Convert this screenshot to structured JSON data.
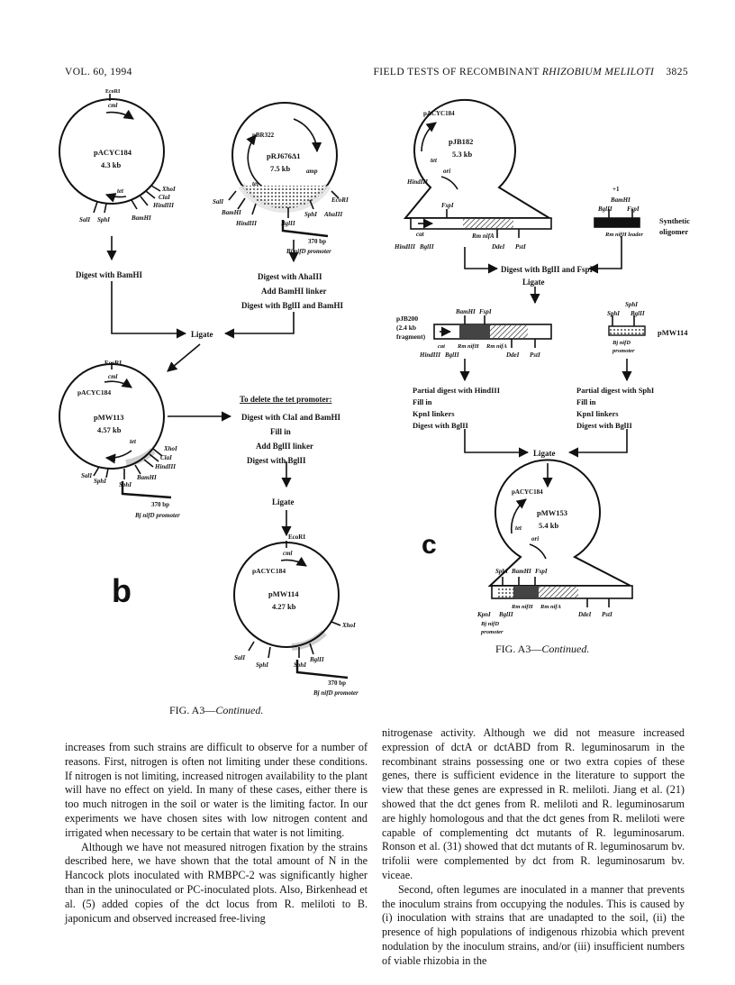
{
  "header": {
    "left": "VOL. 60, 1994",
    "title_prefix": "FIELD TESTS OF RECOMBINANT ",
    "title_italic": "RHIZOBIUM MELILOTI",
    "page_number": "3825"
  },
  "panel_b": {
    "letter": "b",
    "caption_prefix": "FIG. A3—",
    "caption_italic": "Continued.",
    "plasmid_pacyc": {
      "name": "pACYC184",
      "size": "4.3 kb",
      "marker_top": "EcoRI",
      "gene_top": "cml",
      "gene_tet": "tet",
      "sites": [
        "XhoI",
        "ClaI",
        "HindIII",
        "BamHI",
        "SphI",
        "SalI"
      ]
    },
    "plasmid_prj": {
      "vector": "pBR322",
      "name": "pRJ676Δ1",
      "size": "7.5 kb",
      "gene_amp": "amp",
      "gene_tet": "tet",
      "sites_left": [
        "SalI",
        "BamHI",
        "HindIII"
      ],
      "sites_right": [
        "EcoRI",
        "SphI",
        "AhaIII",
        "BglII"
      ],
      "fragment_bp": "370 bp",
      "promoter": "Bj nifD promoter"
    },
    "step_left": "Digest with BamHI",
    "steps_right": [
      "Digest with AhaIII",
      "Add BamHI linker",
      "Digest with BglII and BamHI"
    ],
    "ligate": "Ligate",
    "plasmid_pmw113": {
      "vector": "pACYC184",
      "name": "pMW113",
      "size": "4.57 kb",
      "marker_top": "EcoRI",
      "gene_top": "cml",
      "gene_tet": "tet",
      "sites": [
        "XhoI",
        "ClaI",
        "HindIII",
        "BamHI",
        "SphI",
        "SalI",
        "SphI"
      ],
      "fragment_bp": "370 bp",
      "promoter": "Bj nifD promoter"
    },
    "delete_heading": "To delete the tet promoter:",
    "delete_steps": [
      "Digest with ClaI and BamHI",
      "Fill in",
      "Add BglII linker",
      "Digest with BglII"
    ],
    "ligate2": "Ligate",
    "plasmid_pmw114": {
      "vector": "pACYC184",
      "name": "pMW114",
      "size": "4.27 kb",
      "marker_top": "EcoRI",
      "gene_top": "cml",
      "sites": [
        "XhoI",
        "SalI",
        "SphI",
        "BglII",
        "SphI"
      ],
      "fragment_bp": "370 bp",
      "promoter": "Bj nifD promoter"
    }
  },
  "panel_c": {
    "letter": "c",
    "caption_prefix": "FIG. A3—",
    "caption_italic": "Continued.",
    "plasmid_pjb182": {
      "vector": "pACYC184",
      "name": "pJB182",
      "size": "5.3 kb",
      "gene_tet": "tet",
      "ori": "ori",
      "site_left": "HindIII",
      "cat": "cat",
      "sites_bottom": [
        "HindIII",
        "BglII",
        "DdeI",
        "PstI"
      ],
      "fspi": "FspI",
      "gene": "Rm nifA"
    },
    "oligo": {
      "plus": "+1",
      "bamhi": "BamHI",
      "bglii": "BglII",
      "fspi": "FspI",
      "label": "Rm nifH leader",
      "title1": "Synthetic",
      "title2": "oligomer"
    },
    "step_digest": "Digest with BglII and FspI",
    "ligate": "Ligate",
    "pjb200": {
      "name": "pJB200",
      "note1": "(2.4 kb",
      "note2": "fragment)",
      "top_sites": [
        "BamHI",
        "FspI"
      ],
      "cat": "cat",
      "genes": [
        "Rm nifH",
        "Rm nifA"
      ],
      "bottom_sites": [
        "HindIII",
        "BglII",
        "DdeI",
        "PstI"
      ]
    },
    "pmw114_frag": {
      "name": "pMW114",
      "top": "SphI",
      "sites": [
        "SphI",
        "BglII"
      ],
      "promoter1": "Bj nifD",
      "promoter2": "promoter"
    },
    "steps_left": [
      "Partial digest with HindIII",
      "Fill in",
      "KpnI linkers",
      "Digest with BglII"
    ],
    "steps_right": [
      "Partial digest with SphI",
      "Fill in",
      "KpnI linkers",
      "Digest with BglII"
    ],
    "ligate2": "Ligate",
    "plasmid_pmw153": {
      "vector": "pACYC184",
      "name": "pMW153",
      "size": "5.4 kb",
      "gene_tet": "tet",
      "ori": "ori",
      "top_sites": [
        "SphI",
        "BamHI",
        "FspI"
      ],
      "genes": [
        "Rm nifH",
        "Rm nifA"
      ],
      "bottom_sites": [
        "KpnI",
        "BglII",
        "DdeI",
        "PstI"
      ],
      "promoter1": "Bj nifD",
      "promoter2": "promoter"
    }
  },
  "text": {
    "left_col": [
      "increases from such strains are difficult to observe for a number of reasons. First, nitrogen is often not limiting under these conditions. If nitrogen is not limiting, increased nitrogen availability to the plant will have no effect on yield. In many of these cases, either there is too much nitrogen in the soil or water is the limiting factor. In our experiments we have chosen sites with low nitrogen content and irrigated when necessary to be certain that water is not limiting.",
      "Although we have not measured nitrogen fixation by the strains described here, we have shown that the total amount of N in the Hancock plots inoculated with RMBPC-2 was significantly higher than in the uninoculated or PC-inoculated plots. Also, Birkenhead et al. (5) added copies of the dct locus from R. meliloti to B. japonicum and observed increased free-living"
    ],
    "right_col": [
      "nitrogenase activity. Although we did not measure increased expression of dctA or dctABD from R. leguminosarum in the recombinant strains possessing one or two extra copies of these genes, there is sufficient evidence in the literature to support the view that these genes are expressed in R. meliloti. Jiang et al. (21) showed that the dct genes from R. meliloti and R. leguminosarum are highly homologous and that the dct genes from R. meliloti were capable of complementing dct mutants of R. leguminosarum. Ronson et al. (31) showed that dct mutants of R. leguminosarum bv. trifolii were complemented by dct from R. leguminosarum bv. viceae.",
      "Second, often legumes are inoculated in a manner that prevents the inoculum strains from occupying the nodules. This is caused by (i) inoculation with strains that are unadapted to the soil, (ii) the presence of high populations of indigenous rhizobia which prevent nodulation by the inoculum strains, and/or (iii) insufficient numbers of viable rhizobia in the"
    ]
  }
}
